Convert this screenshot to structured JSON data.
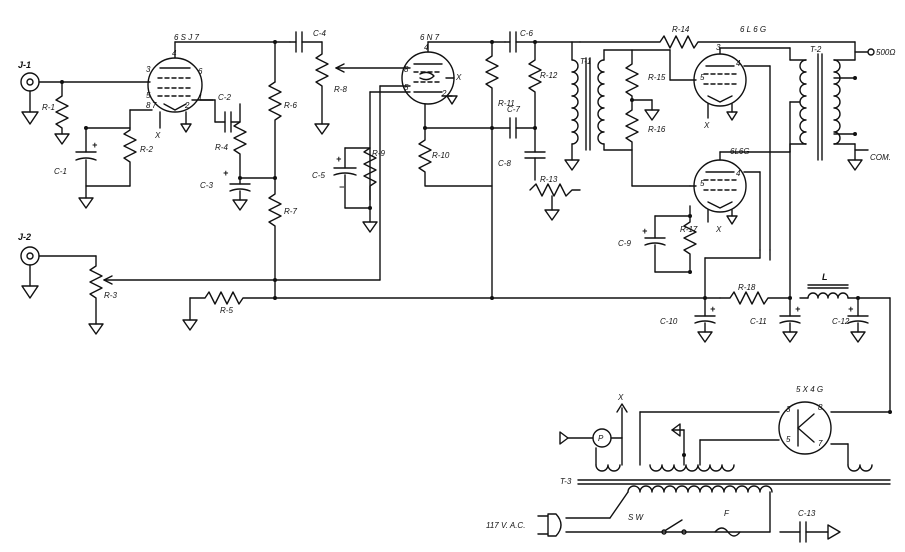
{
  "labels": {
    "j1": "J-1",
    "j2": "J-2",
    "r1": "R-1",
    "r2": "R-2",
    "r3": "R-3",
    "r4": "R-4",
    "r5": "R-5",
    "r6": "R-6",
    "r7": "R-7",
    "r8": "R-8",
    "r9": "R-9",
    "r10": "R-10",
    "r11": "R-11",
    "r12": "R-12",
    "r13": "R-13",
    "r14": "R-14",
    "r15": "R-15",
    "r16": "R-16",
    "r17": "R-17",
    "r18": "R-18",
    "c1": "C-1",
    "c2": "C-2",
    "c3": "C-3",
    "c4": "C-4",
    "c5": "C-5",
    "c6": "C-6",
    "c7": "C-7",
    "c8": "C-8",
    "c9": "C-9",
    "c10": "C-10",
    "c11": "C-11",
    "c12": "C-12",
    "c13": "C-13",
    "t1": "T-1",
    "t2": "T-2",
    "t3": "T-3",
    "l": "L",
    "tube1": "6 S J 7",
    "tube2": "6 N 7",
    "tube3": "6 L 6 G",
    "tube4": "6L6G",
    "tube5": "5 X 4 G",
    "out500": "500Ω",
    "outcom": "COM.",
    "mains": "117 V. A.C.",
    "sw": "S W",
    "fuse": "F",
    "pilot": "P",
    "x": "X"
  },
  "pins": [
    "3",
    "4",
    "6",
    "5",
    "7",
    "1",
    "8",
    "2"
  ]
}
